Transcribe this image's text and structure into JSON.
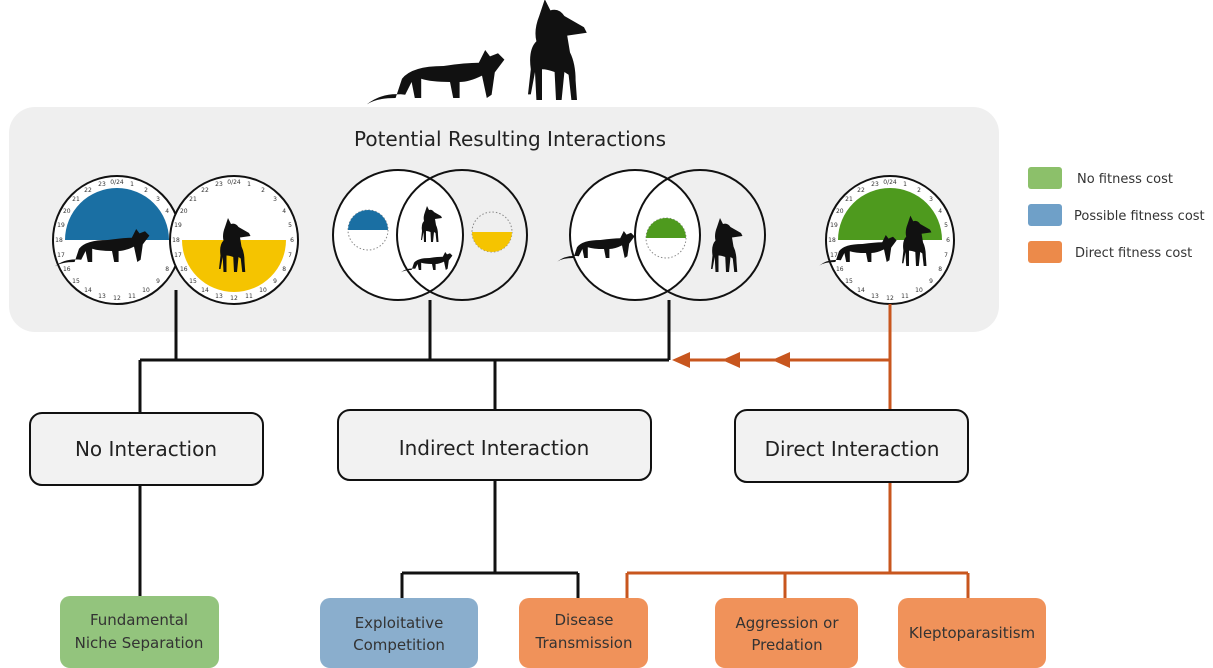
{
  "panel": {
    "title": "Potential Resulting Interactions"
  },
  "legend": [
    {
      "label": "No fitness cost",
      "color": "#8cc06a"
    },
    {
      "label": "Possible fitness cost",
      "color": "#6fa0c8"
    },
    {
      "label": "Direct fitness cost",
      "color": "#ec8a4a"
    }
  ],
  "categories": {
    "no_interaction": "No Interaction",
    "indirect_interaction": "Indirect Interaction",
    "direct_interaction": "Direct Interaction"
  },
  "outcomes": {
    "niche_line1": "Fundamental",
    "niche_line2": "Niche Separation",
    "exploit_line1": "Exploitative",
    "exploit_line2": "Competition",
    "disease_line1": "Disease",
    "disease_line2": "Transmission",
    "aggression_line1": "Aggression or",
    "aggression_line2": "Predation",
    "klepto": "Kleptoparasitism"
  },
  "clock_labels": [
    "0/24",
    "1",
    "2",
    "3",
    "4",
    "5",
    "6",
    "7",
    "8",
    "9",
    "10",
    "11",
    "12",
    "13",
    "14",
    "15",
    "16",
    "17",
    "18",
    "19",
    "20",
    "21",
    "22",
    "23"
  ],
  "colors": {
    "blue": "#1a6fa3",
    "yellow": "#f5c400",
    "green": "#4e9a1e",
    "orange_line": "#c8561e",
    "panel_bg": "#efefef",
    "niche_box": "#93c47d",
    "exploit_box": "#8aaecd",
    "orange_box": "#f0925a"
  }
}
